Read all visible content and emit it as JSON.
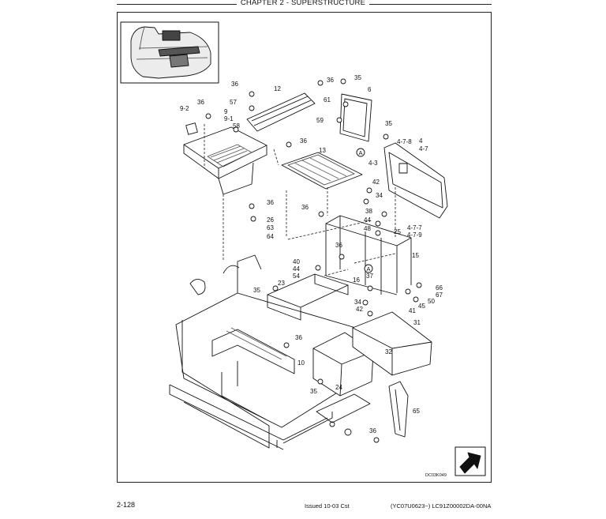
{
  "header": {
    "title": "CHAPTER 2 - SUPERSTRUCTURE"
  },
  "diagram": {
    "code": "DC03K049",
    "part_labels": [
      {
        "id": "l1",
        "text": "36"
      },
      {
        "id": "l2",
        "text": "12"
      },
      {
        "id": "l3",
        "text": "36"
      },
      {
        "id": "l4",
        "text": "35"
      },
      {
        "id": "l5",
        "text": "6"
      },
      {
        "id": "l6",
        "text": "57"
      },
      {
        "id": "l7",
        "text": "61"
      },
      {
        "id": "l8",
        "text": "9-2"
      },
      {
        "id": "l9",
        "text": "36"
      },
      {
        "id": "l10",
        "text": "9"
      },
      {
        "id": "l11",
        "text": "9-1"
      },
      {
        "id": "l12",
        "text": "58"
      },
      {
        "id": "l13",
        "text": "59"
      },
      {
        "id": "l14",
        "text": "35"
      },
      {
        "id": "l15",
        "text": "4-7-8"
      },
      {
        "id": "l16",
        "text": "4"
      },
      {
        "id": "l17",
        "text": "4-7"
      },
      {
        "id": "l18",
        "text": "36"
      },
      {
        "id": "l19",
        "text": "13"
      },
      {
        "id": "l20",
        "text": "4-3"
      },
      {
        "id": "l21",
        "text": "42"
      },
      {
        "id": "l22",
        "text": "34"
      },
      {
        "id": "l23",
        "text": "36"
      },
      {
        "id": "l24",
        "text": "36"
      },
      {
        "id": "l25",
        "text": "38"
      },
      {
        "id": "l26",
        "text": "26"
      },
      {
        "id": "l27",
        "text": "44"
      },
      {
        "id": "l28",
        "text": "63"
      },
      {
        "id": "l29",
        "text": "48"
      },
      {
        "id": "l30",
        "text": "25"
      },
      {
        "id": "l31",
        "text": "4-7-7"
      },
      {
        "id": "l32",
        "text": "4-7-9"
      },
      {
        "id": "l33",
        "text": "64"
      },
      {
        "id": "l34",
        "text": "36"
      },
      {
        "id": "l35",
        "text": "15"
      },
      {
        "id": "l36",
        "text": "40"
      },
      {
        "id": "l37",
        "text": "44"
      },
      {
        "id": "l38",
        "text": "54"
      },
      {
        "id": "l39",
        "text": "37"
      },
      {
        "id": "l40",
        "text": "16"
      },
      {
        "id": "l41",
        "text": "23"
      },
      {
        "id": "l42",
        "text": "35"
      },
      {
        "id": "l43",
        "text": "66"
      },
      {
        "id": "l44",
        "text": "67"
      },
      {
        "id": "l45",
        "text": "50"
      },
      {
        "id": "l46",
        "text": "45"
      },
      {
        "id": "l47",
        "text": "34"
      },
      {
        "id": "l48",
        "text": "41"
      },
      {
        "id": "l49",
        "text": "42"
      },
      {
        "id": "l50",
        "text": "31"
      },
      {
        "id": "l51",
        "text": "36"
      },
      {
        "id": "l52",
        "text": "32"
      },
      {
        "id": "l53",
        "text": "10"
      },
      {
        "id": "l54",
        "text": "24"
      },
      {
        "id": "l55",
        "text": "35"
      },
      {
        "id": "l56",
        "text": "65"
      },
      {
        "id": "l57",
        "text": "36"
      }
    ],
    "ref_marks": [
      {
        "id": "a1",
        "text": "A"
      },
      {
        "id": "a2",
        "text": "A"
      }
    ]
  },
  "footer": {
    "page": "2-128",
    "issued": "Issued 10-03   Cst",
    "code": "(YC07U0623~)   LC91Z00002DA-00NA"
  }
}
